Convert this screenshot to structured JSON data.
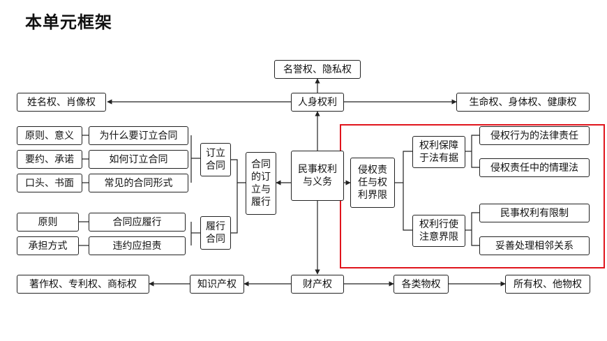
{
  "title": "本单元框架",
  "colors": {
    "highlight": "#e0141c",
    "line": "#222222"
  },
  "nodes": {
    "mingyu": "名誉权、隐私权",
    "renshen": "人身权利",
    "xingming": "姓名权、肖像权",
    "shengming": "生命权、身体权、健康权",
    "yuanze_yiyi": "原则、意义",
    "yaoyue": "要约、承诺",
    "koutou": "口头、书面",
    "weishenme": "为什么要订立合同",
    "ruhe": "如何订立合同",
    "changjian": "常见的合同形式",
    "dingli": "订立\n合同",
    "hetong_dingli_lvxing": "合同\n的订\n立与\n履行",
    "minshi": "民事权利\n与义务",
    "qinquan": "侵权责\n任与权\n利界限",
    "baozhang": "权利保障\n于法有据",
    "xingshi": "权利行使\n注意界限",
    "falv_zeren": "侵权行为的法律责任",
    "qingli": "侵权责任中的情理法",
    "youxian": "民事权利有限制",
    "xianglin": "妥善处理相邻关系",
    "yuanze": "原则",
    "chengdan": "承担方式",
    "yingluxing": "合同应履行",
    "weiyue": "违约应担责",
    "lvxing": "履行\n合同",
    "zhuzuo": "著作权、专利权、商标权",
    "zhishi": "知识产权",
    "caichan": "财产权",
    "gelei": "各类物权",
    "suoyou": "所有权、他物权"
  }
}
